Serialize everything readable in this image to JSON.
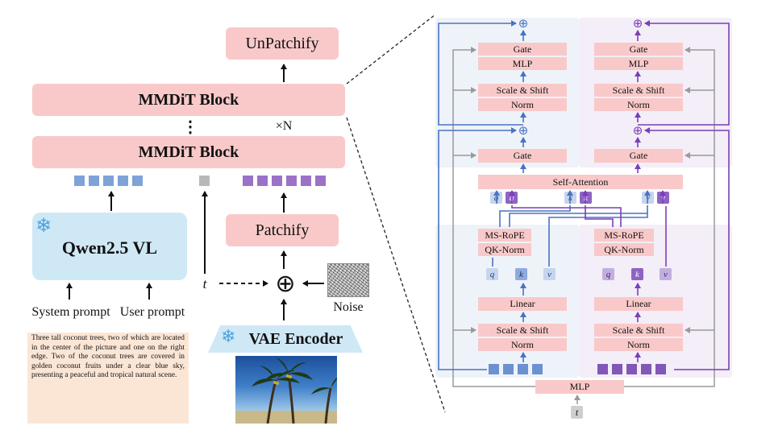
{
  "left": {
    "unpatchify": "UnPatchify",
    "mmdit_top": "MMDiT Block",
    "mmdit_bottom": "MMDiT Block",
    "dots": "⋮",
    "times_n": "×N",
    "qwen": "Qwen2.5 VL",
    "patchify": "Patchify",
    "vae": "VAE Encoder",
    "system_prompt": "System prompt",
    "user_prompt": "User prompt",
    "t_label": "t",
    "noise_label": "Noise",
    "oplus": "⊕",
    "snowflake": "❄",
    "caption": "Three tall coconut trees, two of which are located in the center of the picture and one on the right edge. Two of the coconut trees are covered in golden coconut fruits under a clear blue sky, presenting a peaceful and tropical natural scene."
  },
  "right": {
    "gate_top_l": "Gate",
    "mlp_top_l": "MLP",
    "scale_top_l": "Scale & Shift",
    "norm_top_l": "Norm",
    "gate_top_r": "Gate",
    "mlp_top_r": "MLP",
    "scale_top_r": "Scale & Shift",
    "norm_top_r": "Norm",
    "gate_mid_l": "Gate",
    "gate_mid_r": "Gate",
    "self_attention": "Self-Attention",
    "q1": "q",
    "q2": "q",
    "k1": "k",
    "k2": "k",
    "v1": "v",
    "v2": "v",
    "msrope_l": "MS-RoPE",
    "qknorm_l": "QK-Norm",
    "msrope_r": "MS-RoPE",
    "qknorm_r": "QK-Norm",
    "ql": "q",
    "kl": "k",
    "vl": "v",
    "qr": "q",
    "kr": "k",
    "vr": "v",
    "linear_l": "Linear",
    "scale_l": "Scale & Shift",
    "norm_l": "Norm",
    "linear_r": "Linear",
    "scale_r": "Scale & Shift",
    "norm_r": "Norm",
    "mlp_bottom": "MLP",
    "t_bottom": "t",
    "oplus": "⊕"
  },
  "colors": {
    "block_pink": "#f9c9ca",
    "qwen_blue": "#cfe8f6",
    "blue_line": "#4a72c4",
    "purple_line": "#7a3fb5",
    "gray_line": "#9a9a9a",
    "panel_blue": "#eef3f9",
    "panel_purple": "#f3eef7",
    "caption_bg": "#fbe6d6"
  }
}
